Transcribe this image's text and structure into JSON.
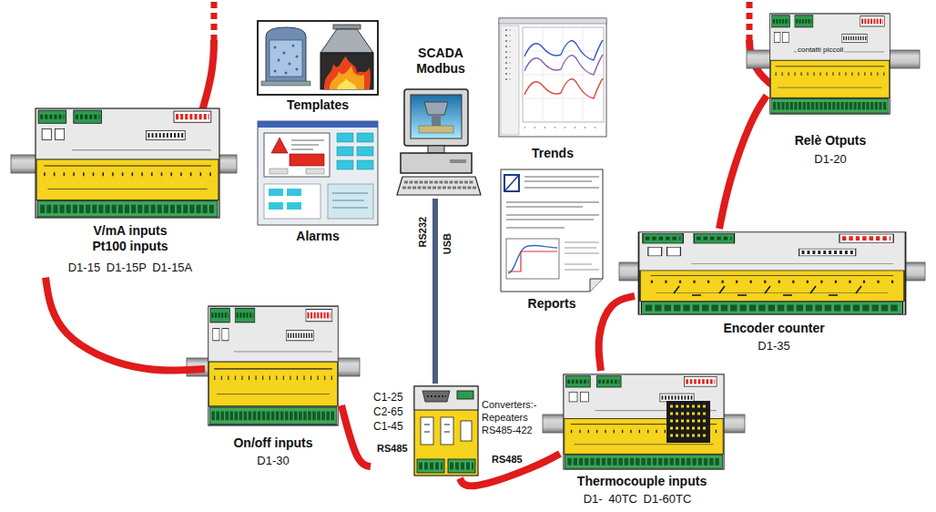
{
  "diagram": {
    "nodes": [
      {
        "text": [
          "Templates"
        ]
      },
      {
        "text": [
          "Alarms"
        ]
      },
      {
        "text": [
          "SCADA Modbus"
        ]
      },
      {
        "text": [
          "Trends"
        ]
      },
      {
        "text": [
          "Reports"
        ]
      },
      {
        "text": [
          "Relè Otputs",
          "D1-20"
        ]
      },
      {
        "text": [
          "V/mA inputs Pt100 inputs",
          "D1-15 D1-15P D1-15A"
        ]
      },
      {
        "text": [
          "Encoder counter",
          "D1-35"
        ]
      },
      {
        "text": [
          "C1-25 C2-65 C1-45",
          "Converters:- Repeaters RS485-422"
        ]
      },
      {
        "text": [
          "On/off inputs",
          "D1-30"
        ]
      },
      {
        "text": [
          "Thermocouple inputs",
          "D1- 40TC D1-60TC"
        ]
      }
    ],
    "edges": [
      {
        "from": 2,
        "to": 8,
        "arrow": "none"
      },
      {
        "from": 8,
        "to": 9,
        "label": "RS485",
        "arrow": "none"
      },
      {
        "from": 8,
        "to": 10,
        "label": "RS485",
        "arrow": "none"
      },
      {
        "from": 6,
        "to": 9,
        "arrow": "none"
      },
      {
        "from": 10,
        "to": 7,
        "arrow": "none"
      },
      {
        "from": 7,
        "to": 5,
        "arrow": "none"
      }
    ],
    "labels": [
      "RS232",
      "USB",
      "contatti piccoli"
    ]
  }
}
